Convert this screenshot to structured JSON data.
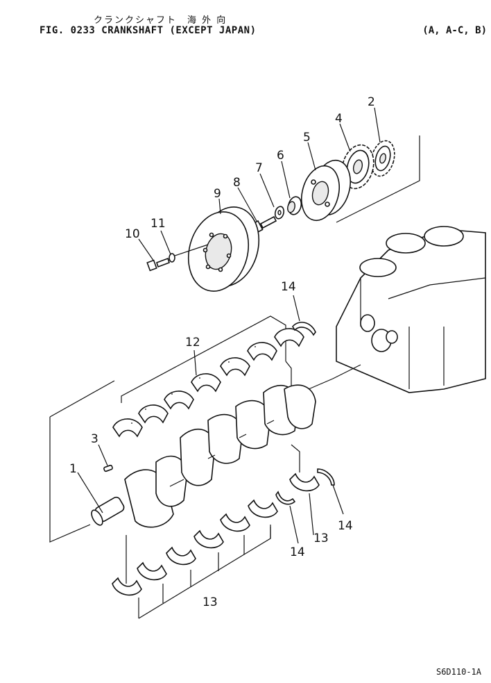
{
  "header": {
    "jp_title": "クランクシャフト　海 外 向",
    "fig_title": "FIG. 0233  CRANKSHAFT (EXCEPT JAPAN)",
    "variant": "(A, A-C, B)"
  },
  "drawing_code": "S6D110-1A",
  "callouts": {
    "c1": "1",
    "c2": "2",
    "c3": "3",
    "c4": "4",
    "c5": "5",
    "c6": "6",
    "c7": "7",
    "c8": "8",
    "c9": "9",
    "c10": "10",
    "c11": "11",
    "c12": "12",
    "c13a": "13",
    "c13b": "13",
    "c14a": "14",
    "c14b": "14",
    "c14c": "14"
  }
}
